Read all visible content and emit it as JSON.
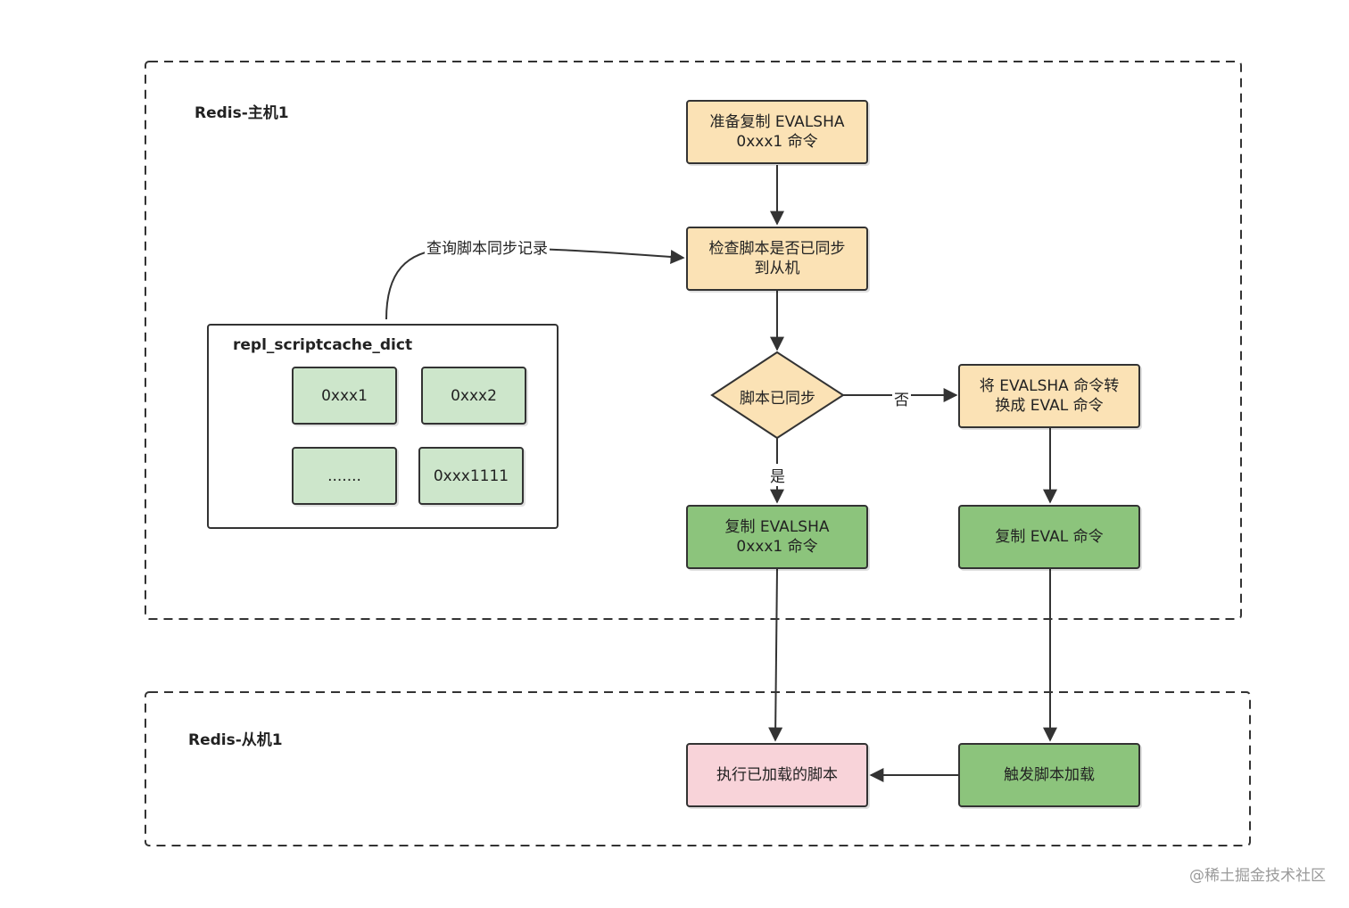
{
  "regions": {
    "master": {
      "label": "Redis-主机1"
    },
    "slave": {
      "label": "Redis-从机1"
    }
  },
  "nodes": {
    "prepare": "准备复制 EVALSHA\n0xxx1 命令",
    "check": "检查脚本是否已同步\n到从机",
    "decision": "脚本已同步",
    "convert": "将 EVALSHA 命令转\n换成 EVAL 命令",
    "copy_evalsha": "复制 EVALSHA\n0xxx1 命令",
    "copy_eval": "复制 EVAL 命令",
    "execute": "执行已加载的脚本",
    "trigger": "触发脚本加载"
  },
  "dict": {
    "title": "repl_scriptcache_dict",
    "entries": [
      "0xxx1",
      "0xxx2",
      ".......",
      "0xxx1111"
    ]
  },
  "edge_labels": {
    "query": "查询脚本同步记录",
    "no": "否",
    "yes": "是"
  },
  "colors": {
    "orange": "#fbe2b5",
    "green": "#8cc47c",
    "light_green": "#cde6cb",
    "pink": "#f8d3d9",
    "border": "#333333"
  },
  "watermark": "@稀土掘金技术社区"
}
